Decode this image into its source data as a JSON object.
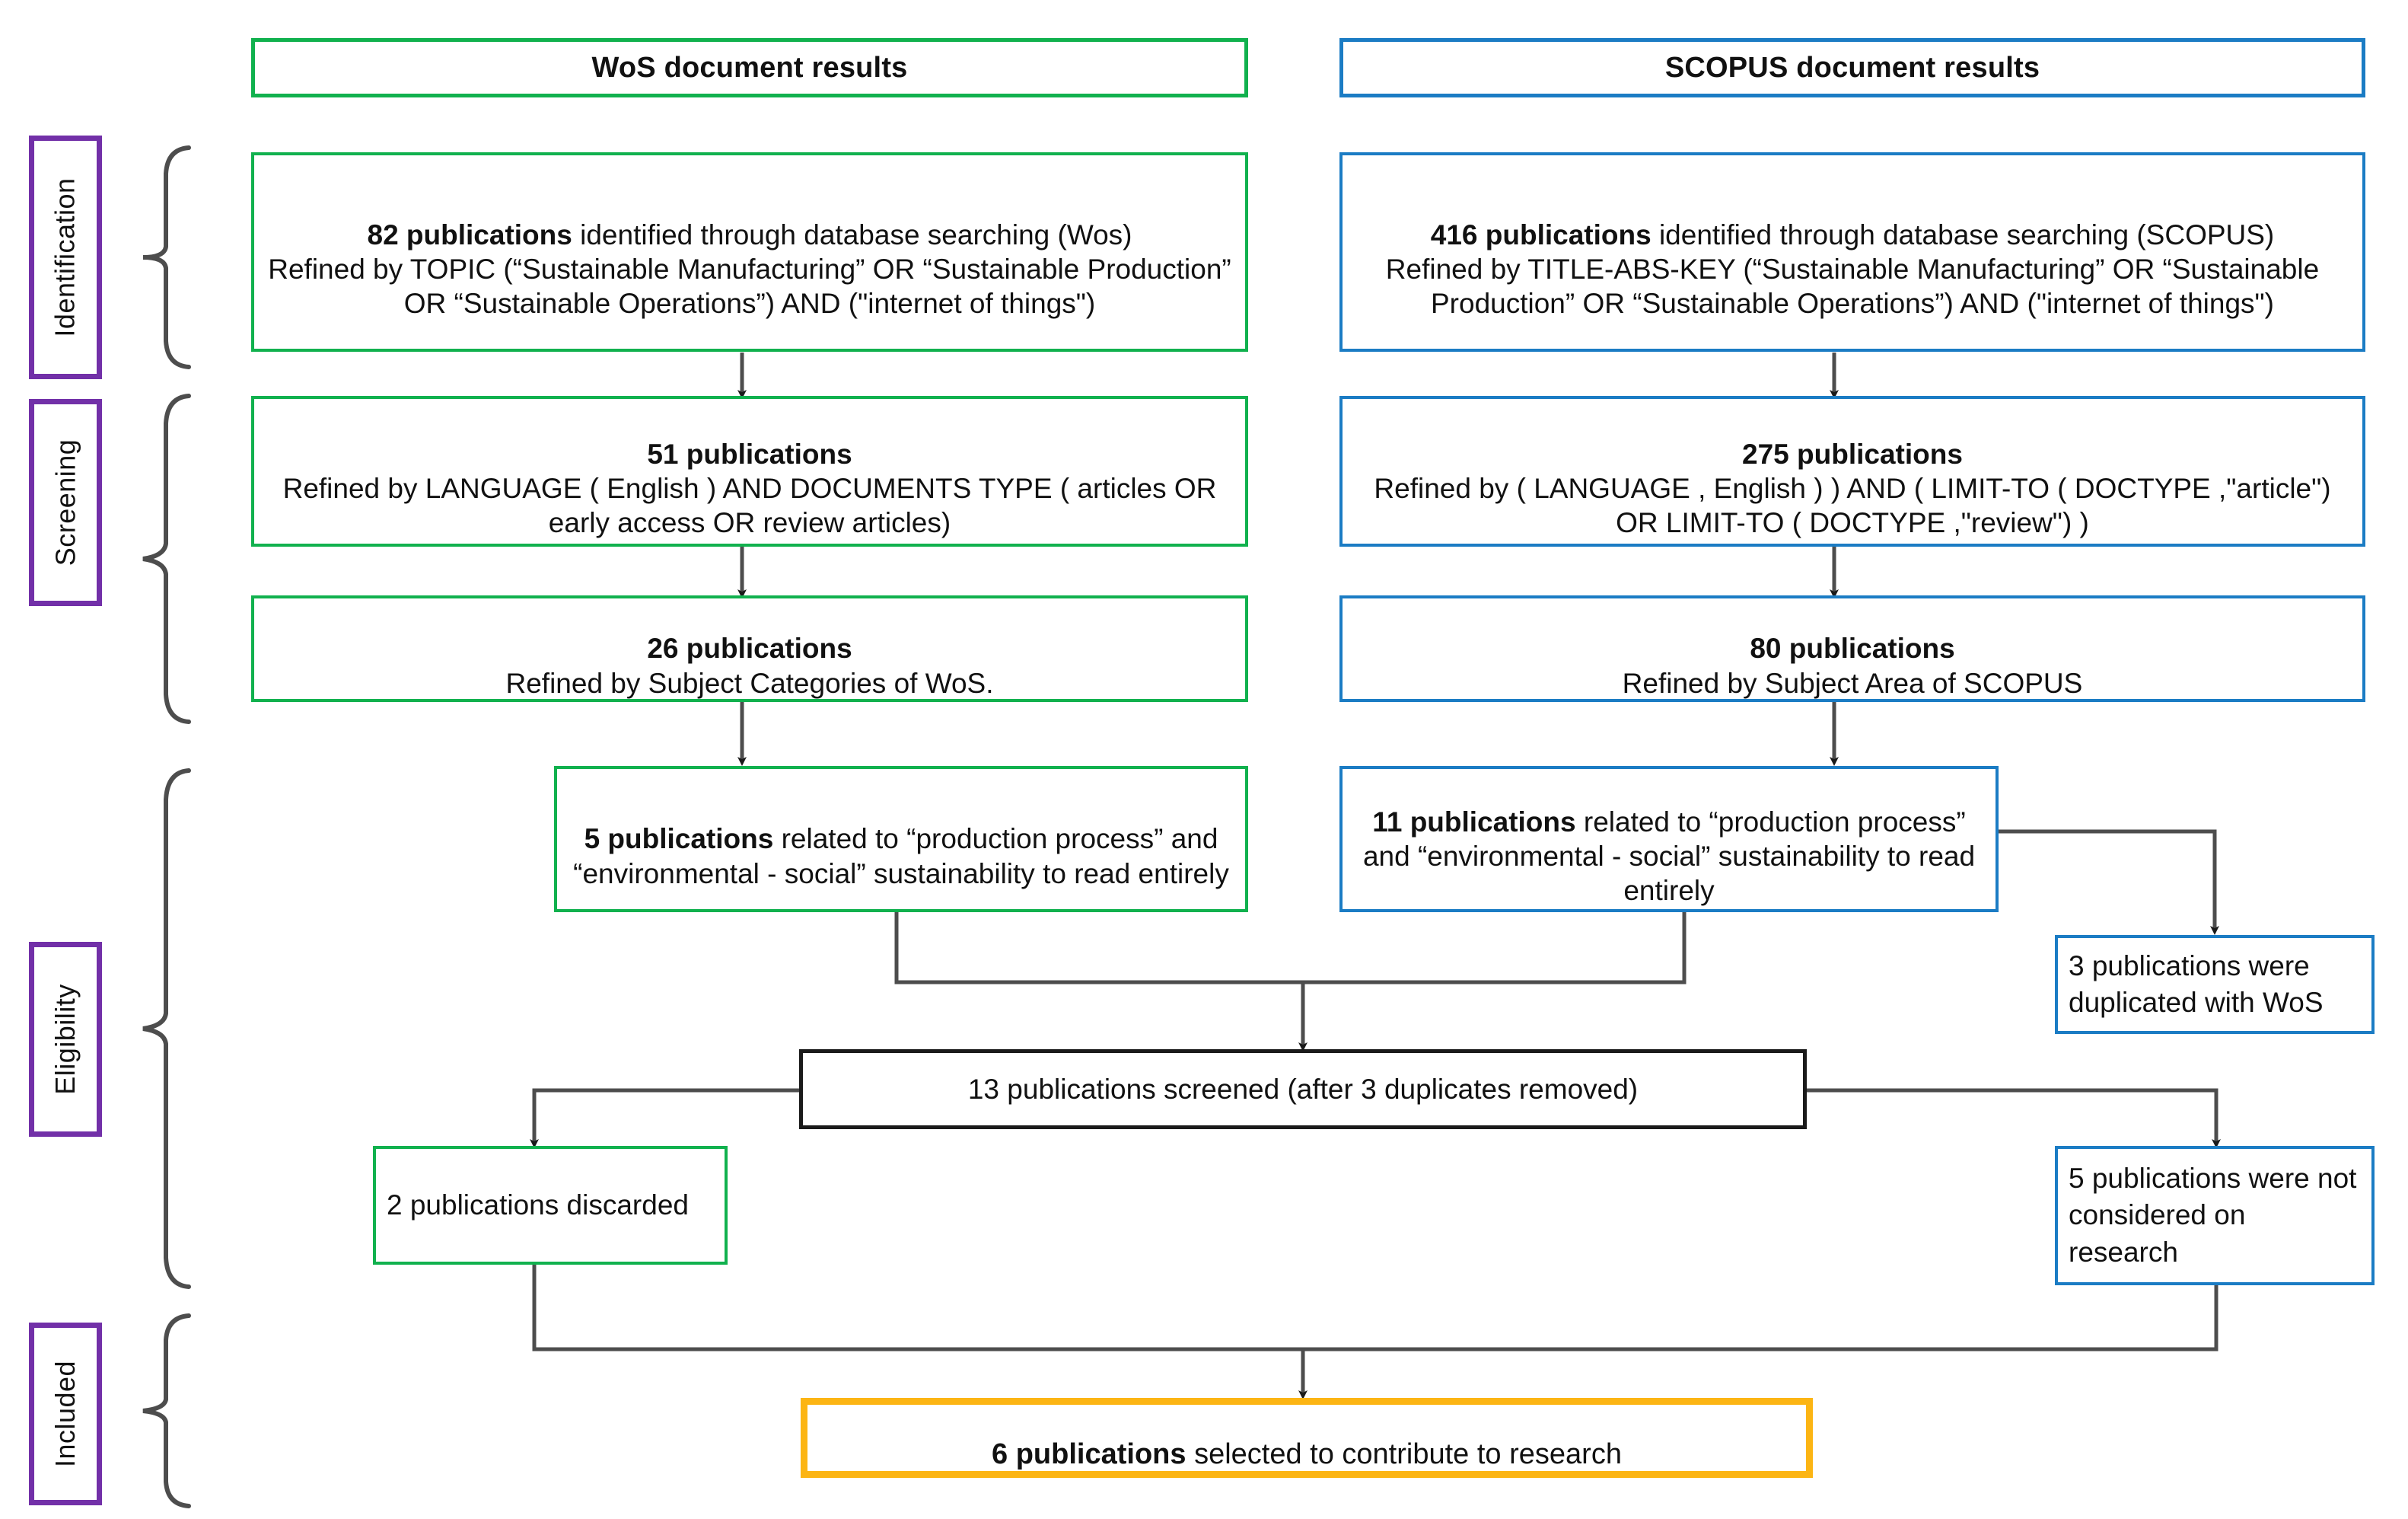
{
  "diagram": {
    "title": "PRISMA flow diagram of WoS and SCOPUS document selection",
    "colors": {
      "wos_green": "#11b14e",
      "scopus_blue": "#1b7cc4",
      "included_orange": "#fcb514",
      "stage_purple": "#7230a8",
      "neutral_black": "#1a1a1a",
      "connector_gray": "#595959"
    }
  },
  "headers": {
    "wos": "WoS document results",
    "scopus": "SCOPUS document results"
  },
  "stages": [
    {
      "id": "identification",
      "label": "Identification"
    },
    {
      "id": "screening",
      "label": "Screening"
    },
    {
      "id": "eligibility",
      "label": "Eligibility"
    },
    {
      "id": "included",
      "label": "Included"
    }
  ],
  "wos_column": {
    "identification": {
      "count": "82 publications",
      "rest": " identified through database searching (Wos)\nRefined by TOPIC (“Sustainable Manufacturing” OR “Sustainable Production” OR “Sustainable Operations”) AND (\"internet of things\")"
    },
    "screening_1": {
      "count": "51 publications",
      "rest": "\nRefined by LANGUAGE ( English ) AND DOCUMENTS TYPE ( articles OR early access OR review articles)"
    },
    "screening_2": {
      "count": "26 publications",
      "rest": "\nRefined by Subject Categories of WoS."
    },
    "eligibility": {
      "count": "5 publications",
      "rest": " related to “production process” and “environmental - social” sustainability to read entirely"
    },
    "discarded": "2 publications discarded"
  },
  "scopus_column": {
    "identification": {
      "count": "416  publications",
      "rest": " identified through database searching (SCOPUS)\nRefined by TITLE-ABS-KEY (“Sustainable Manufacturing” OR “Sustainable Production” OR “Sustainable Operations”) AND (\"internet of things\")"
    },
    "screening_1": {
      "count": "275  publications",
      "rest": "\nRefined by ( LANGUAGE ,  English ) )  AND  ( LIMIT-TO ( DOCTYPE ,\"article\")  OR  LIMIT-TO ( DOCTYPE ,\"review\") )"
    },
    "screening_2": {
      "count": "80 publications",
      "rest": "\nRefined by Subject Area of SCOPUS"
    },
    "eligibility": {
      "count": "11 publications",
      "rest": " related to “production process” and “environmental - social” sustainability to read entirely"
    },
    "duplicated": "3 publications were duplicated with WoS",
    "not_considered": "5 publications were not considered on research"
  },
  "merged": {
    "screened": "13 publications screened (after 3 duplicates removed)"
  },
  "final": {
    "count": "6 publications",
    "rest": " selected to contribute to research"
  }
}
